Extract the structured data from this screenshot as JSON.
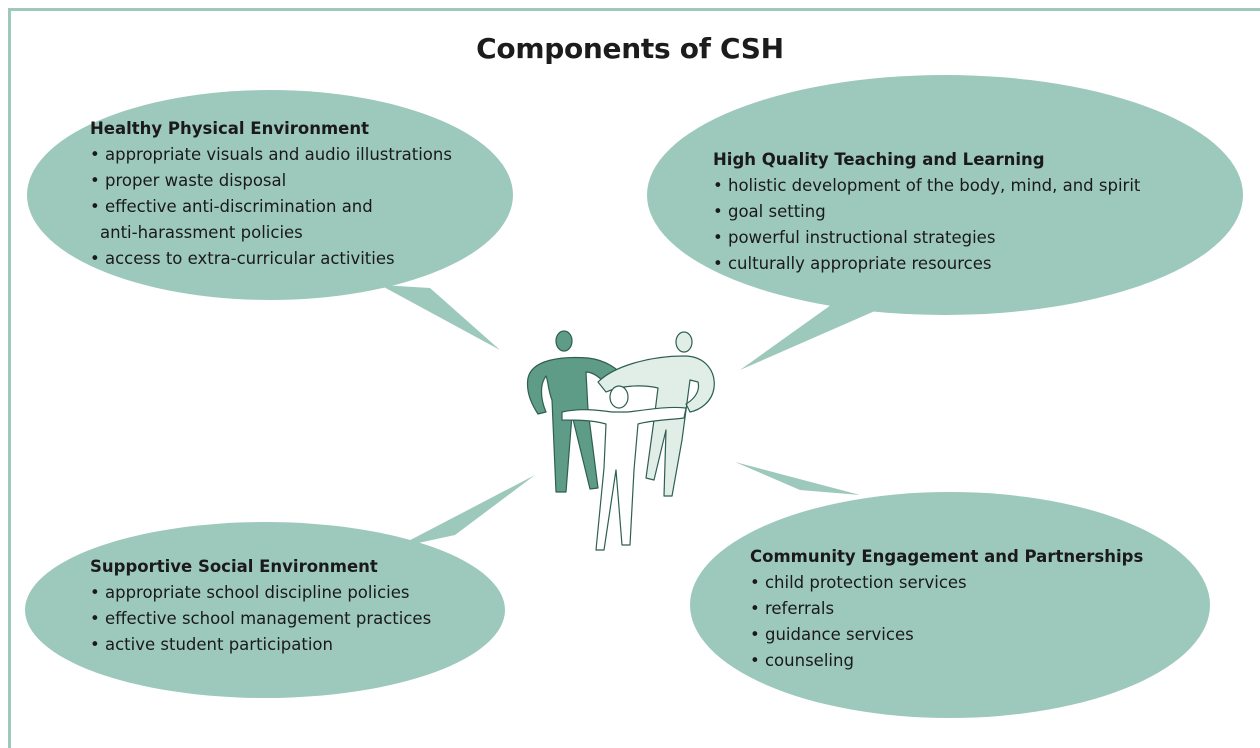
{
  "title": "Components of CSH",
  "colors": {
    "bubble_fill": "#9dc8bc",
    "frame": "#9dc8bc",
    "figure_dark": "#5e9c88",
    "figure_light": "#e1eee8",
    "figure_outline": "#2f5e52"
  },
  "icon": "people-group-icon",
  "components": {
    "healthy_physical_environment": {
      "heading": "Healthy Physical Environment",
      "items": [
        "appropriate visuals and audio illustrations",
        "proper waste disposal",
        "effective anti-discrimination and",
        "anti-harassment policies",
        "access to extra-curricular activities"
      ]
    },
    "high_quality_teaching": {
      "heading": "High Quality Teaching and Learning",
      "items": [
        "holistic development of the body, mind, and spirit",
        "goal setting",
        "powerful instructional strategies",
        "culturally appropriate resources"
      ]
    },
    "supportive_social_environment": {
      "heading": "Supportive Social Environment",
      "items": [
        "appropriate school discipline policies",
        "effective school management practices",
        "active student participation"
      ]
    },
    "community_engagement": {
      "heading": "Community Engagement and Partnerships",
      "items": [
        "child protection services",
        "referrals",
        "guidance services",
        "counseling"
      ]
    }
  }
}
